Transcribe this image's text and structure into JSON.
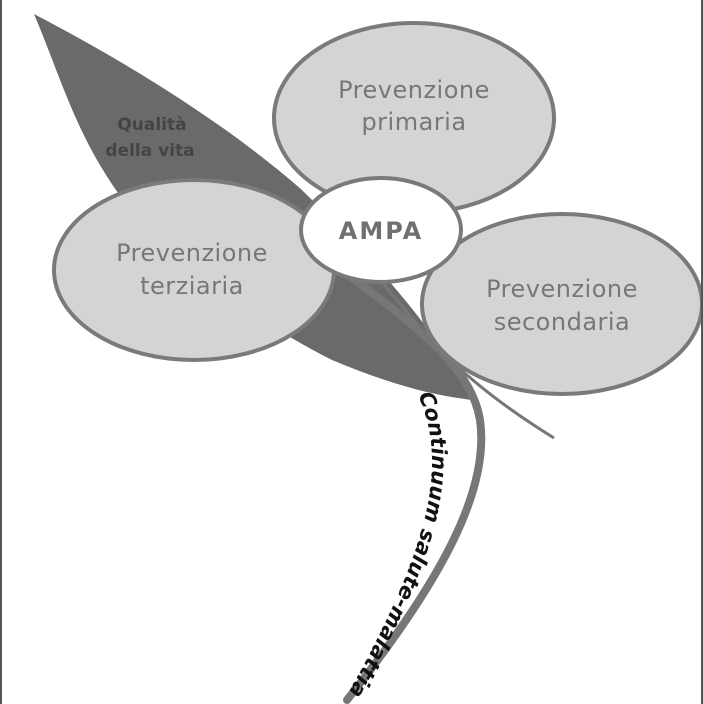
{
  "diagram": {
    "center": {
      "label": "AMPA"
    },
    "petals": [
      {
        "line1": "Prevenzione",
        "line2": "primaria"
      },
      {
        "line1": "Prevenzione",
        "line2": "terziaria"
      },
      {
        "line1": "Prevenzione",
        "line2": "secondaria"
      }
    ],
    "leaf": {
      "line1": "Qualità",
      "line2": "della vita"
    },
    "stem": {
      "label": "Continuum salute-malattia"
    }
  },
  "colors": {
    "petal_fill": "#d4d4d4",
    "petal_stroke": "#7a7a7a",
    "leaf_fill": "#6a6a6a",
    "stem": "#777777",
    "center_fill": "#ffffff"
  }
}
